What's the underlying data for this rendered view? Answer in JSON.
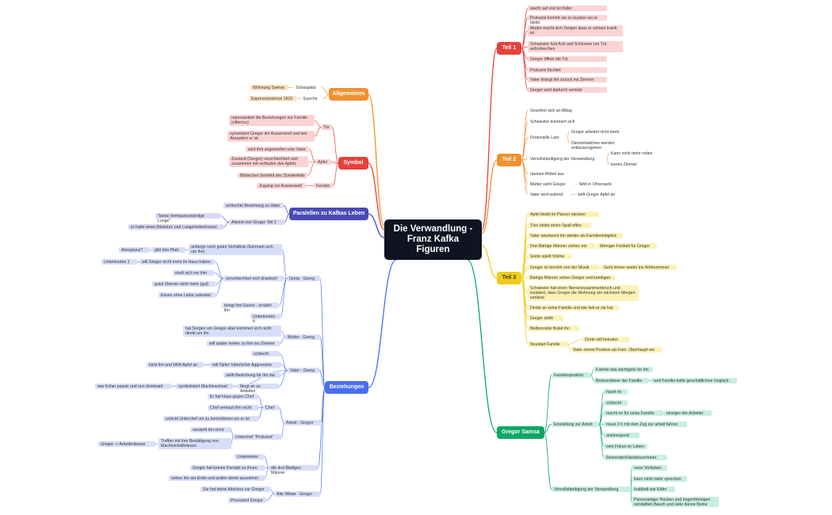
{
  "root": "Die Verwandlung -\nFranz Kafka\nFiguren",
  "colors": {
    "teil1": "#e8403a",
    "teil2": "#f09130",
    "teil3": "#f0cc17",
    "gregor": "#0ea765",
    "beziehungen": "#4a6ef0",
    "paralellen": "#4b4bb6",
    "symbol": "#e8403a",
    "allgemeines": "#f09130"
  },
  "teil1": {
    "label": "Teil 1",
    "items": [
      "wacht auf und ist Käfer",
      "Prokurist kommt um zu kucken wo er bleibt",
      "Mutter macht sich Sorgen dass er schwer krank ist",
      "Schwester holt Arzt und Schlosser um Tür aufzubrechen",
      "Gregor öffnet die Tür",
      "Prokurist flüchtet",
      "Vater drängt ihn zurück ins Zimmer",
      "Gregor wird dadurch verletzt"
    ]
  },
  "teil2": {
    "label": "Teil 2",
    "items": [
      "Gewöhnt sich an Alltag",
      "Schwester kümmert sich",
      "Finanzielle Last",
      "Gregor arbeitet nicht mehr",
      "Dienstmädchen werden entlassen/gehen",
      "Vervollständigung der Verwandlung",
      "Kann nicht mehr reden",
      "leeres Zimmer",
      "räumen Möbel aus",
      "Mutter sieht Gregor",
      "fählt in Ohnmacht",
      "Vater wird wütend",
      "wirft Gregor Apfel an"
    ]
  },
  "teil3": {
    "label": "Teil 3",
    "items": [
      "Apfel bleibt im Panzer stecken",
      "Türe bleibt einen Spalt offen",
      "Vater anerkennt ihn wieder als Familienmitglied",
      "Drei Bärtige Männer ziehen ein",
      "Weniger Freiheit für Gregor",
      "Grete spielt Violine",
      "Gregor ist berührt von der Musik",
      "Geht immer weiter ins Wohnzimmer",
      "Bärtige Männer sehen Gregor und kündigen",
      "Schwester hat einen Nervenzusammenbruch und insistiert, dass Gregor die Wohnung am nächsten Morgen verlässt",
      "Denkt an seine Familie und wie lieb er sie hat",
      "Gregor stirbt",
      "Bedienstete findet ihn",
      "Neustart Familie",
      "Grete will heiraten",
      "Vater nimmt Position als Fam. Oberhaupt ein"
    ]
  },
  "gregor": {
    "label": "Gregor Samsa",
    "items": [
      "Familienposition",
      "Familie das wichtigste für ihn",
      "Brotverdiener der Familie",
      "weil Familie hatte geschäftliches Unglück",
      "Einstellung zur Arbeit",
      "hasst es",
      "schlecht",
      "macht es für seine Familie",
      "einziger der Arbeitet",
      "muss 3 h mit dem Zug zur arbeit fahren",
      "anstrengend",
      "sein Fokus im Leben",
      "Reisender/Handelsvertreter",
      "Vervollständigung der Verwandlung",
      "neue Vorlieben",
      "kann nicht mehr sprechen",
      "krabbelt wie Käfer",
      "Panzerartiger Rücken und bogenförmigen verstellten Bauch und viele dünne Beine"
    ]
  },
  "allgemeines": {
    "label": "Allgemeines",
    "items": [
      "Schauplatz",
      "Wohnung Samsa",
      "Epoche",
      "Expressionismus 1915"
    ]
  },
  "symbol": {
    "label": "Symbol",
    "items": [
      "Tür",
      "represäntiert die Beziehungen zur Familie (offen/zu)",
      "symolisiert Gregor die Aussenwelt und wie Akzeptiert er ist",
      "Apfel",
      "wird ihm angeworfen vom Vater",
      "Zustand (Gregor) verschlechtert sich zusammen mit verfaulen des Apfels",
      "Biblisches Sinnbild des Sündenfalls",
      "Fenster",
      "Zugang zur Aussenwelt"
    ]
  },
  "paralellen": {
    "label": "Paralellen zu Kafkas Leben",
    "items": [
      "schlechte Beziehung zu Vater",
      "Akzent von Gregor Teil 2",
      "\"keine Vertrauenswürdige Lunge\"",
      "er hatte einen Blutsturz und Lungentuberkulose"
    ]
  },
  "beziehungen": {
    "label": "Beziehungen",
    "items": [
      "Greta - Georg",
      "anfangs noch gutes Verhältnis (kümmert sich um ihn)",
      "gibt ihm Platz",
      "Akzeptanz?",
      "verschlechtert sich drastisch",
      "will Gregor nicht mehr im Haus haben",
      "Unterknoten 1",
      "ekelt sich vor ihm",
      "putzt Zimmer nicht mehr (gut)",
      "Essen ohne Liebe zubreitet",
      "bringt ihm Essen - ernährt ihn",
      "Unterknoten 4",
      "Mutter - Georg",
      "hat Sorgen um Gregor aber kümmert sich nicht direkt um ihn",
      "will später immer zu ihm ins Zimmer",
      "Vater - Georg",
      "schlecht",
      "will Opfer Väterlicher Aggression",
      "kickt ihn und Wirft Apfel an",
      "stellt Bedrohung für ihn dar",
      "fängt an zu Arbeiten",
      "symbolisiert Machtwechsel",
      "war früher passiv und nun dominant",
      "Arbeit - Gregor",
      "Chef",
      "Er hat Hass gegen Chef",
      "Chef vertraut ihm nicht",
      "schickt Unterchef um zu kontrollieren wo er ist",
      "Unterchef \"Prokurist\"",
      "versteht ihn nicht",
      "Treffen mit ihm Bestätigung von Machtverhältnissen",
      "Gregor -> Arbeiterklasse",
      "die drei Bärtigen Männer",
      "Untermieter",
      "Gregor hat keinen Kontakt zu ihnen",
      "sehen ihn am Ende und wollen direkt aussiehen",
      "Alte Witwe - Gregor",
      "Sie hat keine Abscheu vor Gregor",
      "Provoziert Gregor"
    ]
  }
}
